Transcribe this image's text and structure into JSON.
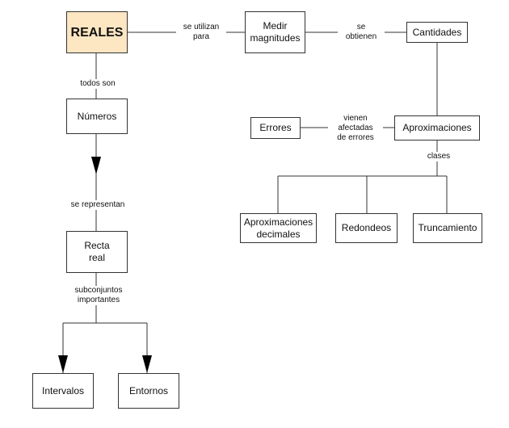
{
  "nodes": {
    "reales": "REALES",
    "medir_magnitudes": "Medir\nmagnitudes",
    "cantidades": "Cantidades",
    "numeros": "Números",
    "errores": "Errores",
    "aproximaciones": "Aproximaciones",
    "aprox_decimales": "Aproximaciones\ndecimales",
    "redondeos": "Redondeos",
    "truncamiento": "Truncamiento",
    "recta_real": "Recta\nreal",
    "intervalos": "Intervalos",
    "entornos": "Entornos"
  },
  "links": {
    "se_utilizan_para": "se utilizan\npara",
    "se_obtienen": "se\nobtienen",
    "todos_son": "todos son",
    "vienen_afectadas": "vienen\nafectadas\nde errores",
    "clases": "clases",
    "se_representan": "se representan",
    "subconjuntos": "subconjuntos\nimportantes"
  },
  "colors": {
    "main_fill": "#fde6c2",
    "line": "#333333"
  }
}
